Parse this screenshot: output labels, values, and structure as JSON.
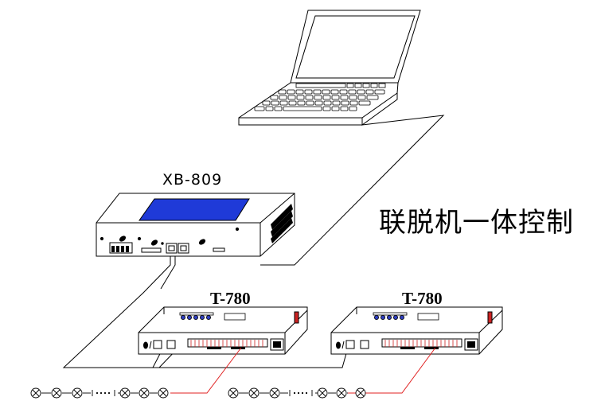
{
  "controller": {
    "label": "XB-809",
    "screen_color": "#1f3ad8"
  },
  "drivers": [
    {
      "label": "T-780"
    },
    {
      "label": "T-780"
    }
  ],
  "title": "联脱机一体控制",
  "colors": {
    "line": "#000000",
    "signal": "#e02020",
    "status_led": "#cc2222",
    "port_blue": "#2f3fbf"
  }
}
